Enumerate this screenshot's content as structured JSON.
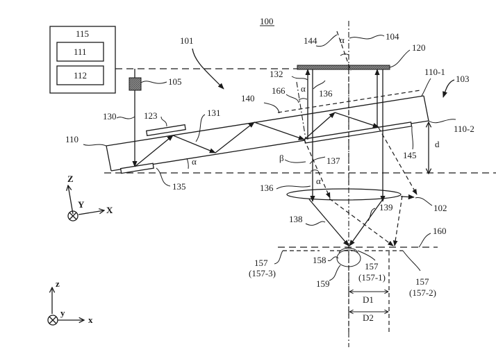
{
  "figure": {
    "title_ref": "100",
    "labels": {
      "system": "100",
      "controller": "115",
      "processor": "111",
      "memory": "112",
      "waveguide_assembly": "101",
      "light_source": "105",
      "display": "120",
      "normal_axis": "104",
      "tilted_axis": "144",
      "waveguide_top": "110-1",
      "waveguide_bottom": "110-2",
      "eye_side": "103",
      "waveguide": "110",
      "in_coupler_top": "123",
      "input_beam": "130",
      "guided_beam": "131",
      "ray_132": "132",
      "ray_136": "136",
      "ray_136_lower": "136",
      "ray_166": "166",
      "grating_140": "140",
      "out_coupler": "145",
      "in_coupler_bottom": "135",
      "ray_137": "137",
      "lens": "102",
      "ray_138": "138",
      "ray_139": "139",
      "plane": "160",
      "eyebox_3": "157",
      "eyebox_3_sub": "(157-3)",
      "pupil": "158",
      "eye": "159",
      "eyebox_1": "157",
      "eyebox_1_sub": "(157-1)",
      "eyebox_2": "157",
      "eyebox_2_sub": "(157-2)",
      "dist_1": "D1",
      "dist_2": "D2",
      "distance": "d",
      "alpha": "α",
      "beta": "β"
    },
    "axes_upper": {
      "z": "Z",
      "y": "Y",
      "x": "X"
    },
    "axes_lower": {
      "z": "z",
      "y": "y",
      "x": "x"
    }
  }
}
